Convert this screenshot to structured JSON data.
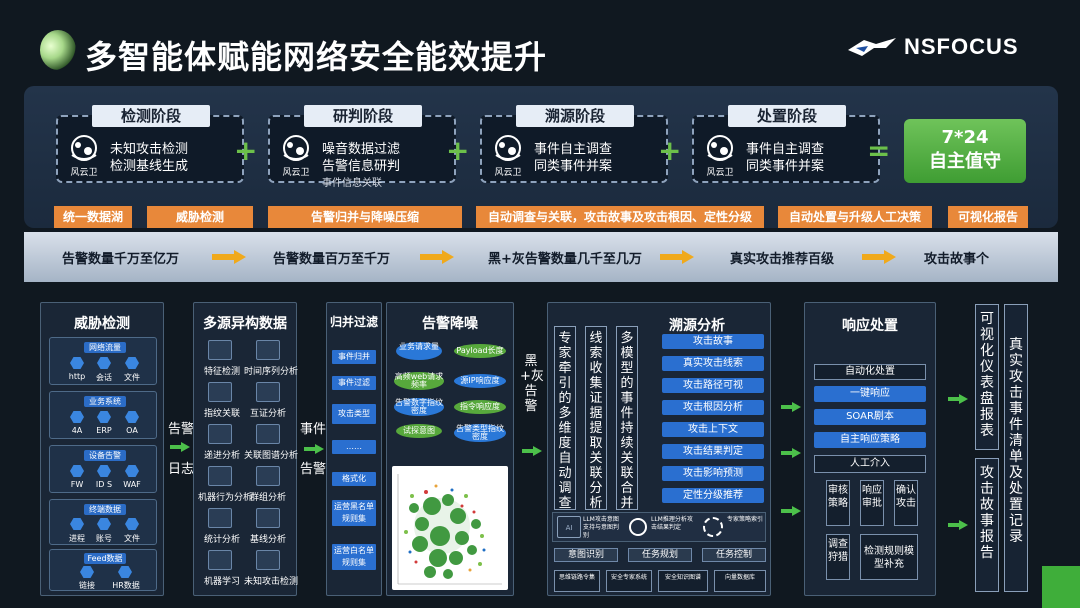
{
  "title": "多智能体赋能网络安全能效提升",
  "logo_text": "NSFOCUS",
  "stages": [
    {
      "label": "检测阶段",
      "lines": [
        "未知攻击检测",
        "检测基线生成"
      ],
      "brand": "风云卫"
    },
    {
      "label": "研判阶段",
      "lines": [
        "噪音数据过滤",
        "告警信息研判",
        "事件信息关联"
      ],
      "brand": "风云卫"
    },
    {
      "label": "溯源阶段",
      "lines": [
        "事件自主调查",
        "同类事件并案"
      ],
      "brand": "风云卫"
    },
    {
      "label": "处置阶段",
      "lines": [
        "事件自主调查",
        "同类事件并案"
      ],
      "brand": "风云卫"
    }
  ],
  "operators": {
    "plus": "+",
    "equals": "="
  },
  "result": {
    "line1": "7*24",
    "line2": "自主值守"
  },
  "orange_tags": [
    "统一数据湖",
    "威胁检测",
    "告警归并与降噪压缩",
    "自动调查与关联，攻击故事及攻击根因、定性分级",
    "自动处置与升级人工决策",
    "可视化报告"
  ],
  "funnel_steps": [
    "告警数量千万至亿万",
    "告警数量百万至千万",
    "黑+灰告警数量几千至几万",
    "真实攻击推荐百级",
    "攻击故事个"
  ],
  "threat": {
    "title": "威胁检测",
    "groups": [
      {
        "label": "网络流量",
        "items": [
          "http",
          "会话",
          "文件"
        ]
      },
      {
        "label": "业务系统",
        "items": [
          "4A",
          "ERP",
          "OA"
        ]
      },
      {
        "label": "设备告警",
        "items": [
          "FW",
          "ID S",
          "WAF"
        ]
      },
      {
        "label": "终端数据",
        "items": [
          "进程",
          "账号",
          "文件"
        ]
      },
      {
        "label": "Feed数据",
        "items": [
          "链接",
          "HR数据"
        ]
      }
    ]
  },
  "multisource": {
    "title": "多源异构数据",
    "items": [
      "特征检测",
      "时间序列分析",
      "指纹关联",
      "互证分析",
      "递进分析",
      "关联图谱分析",
      "机器行为分析",
      "群组分析",
      "统计分析",
      "基线分析",
      "机器学习",
      "未知攻击检测"
    ]
  },
  "side_labels": {
    "alarm": "告警",
    "log": "日志",
    "event": "事件",
    "alert2": "告警",
    "blackgrey": "黑+灰告警"
  },
  "merge": {
    "title": "归并过滤",
    "items": [
      "事件归并",
      "事件过滤",
      "攻击类型",
      "……",
      "格式化",
      "运营黑名单规则集",
      "运营白名单规则集"
    ]
  },
  "noise": {
    "title": "告警降噪",
    "bubbles": [
      "业务请求量",
      "Payload长度",
      "高频web请求频率",
      "源IP响应度",
      "告警数字指纹密度",
      "指令响应度",
      "试探意图",
      "告警类型指纹密度"
    ]
  },
  "trace": {
    "title": "溯源分析",
    "columns": [
      "专家牵引的多维度自动调查",
      "线索收集证据提取关联分析",
      "多模型的事件持续关联合并"
    ],
    "items": [
      "攻击故事",
      "真实攻击线索",
      "攻击路径可视",
      "攻击根因分析",
      "攻击上下文",
      "攻击结果判定",
      "攻击影响预测",
      "定性分级推荐"
    ],
    "features": [
      "LLM攻击意图支持与意图判别",
      "LLM推理分析攻击结果判定",
      "专家策略索引"
    ],
    "buttons": [
      "意图识别",
      "任务规划",
      "任务控制"
    ],
    "bottom": [
      "思维链路令集",
      "安全专家系统",
      "安全知识图谱",
      "向量数据库"
    ]
  },
  "response": {
    "title": "响应处置",
    "items": [
      "自动化处置",
      "一键响应",
      "SOAR剧本",
      "自主响应策略",
      "人工介入"
    ],
    "manual": [
      "审核策略",
      "响应审批",
      "确认攻击",
      "调查狩猎",
      "检测规则模型补充"
    ]
  },
  "outputs": {
    "dashboard": "可视化仪表盘报表",
    "story": "攻击故事报告",
    "record": "真实攻击事件清单及处置记录"
  },
  "colors": {
    "accent_green": "#4cc04a",
    "orange": "#e8883a",
    "blue": "#2a6fd0",
    "bg": "#101820"
  }
}
